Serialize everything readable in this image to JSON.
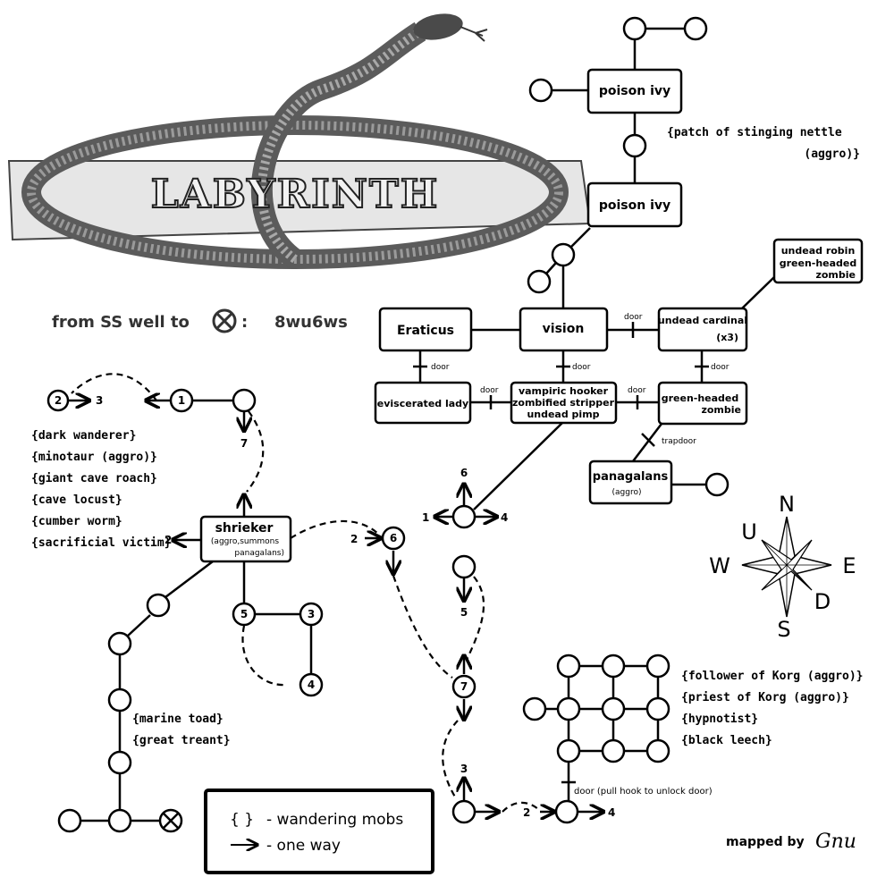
{
  "title": "LABYRINTH",
  "route": {
    "prefix": "from SS well to",
    "suffix": ":",
    "path": "8wu6ws"
  },
  "rooms": {
    "poison_ivy_1": "poison ivy",
    "poison_ivy_2": "poison ivy",
    "eraticus": "Eraticus",
    "vision": "vision",
    "undead_cardinal": "undead cardinal",
    "undead_cardinal_count": "(x3)",
    "undead_robin": [
      "undead robin",
      "green-headed",
      "zombie"
    ],
    "eviscerated_lady": "eviscerated lady",
    "vampiric": [
      "vampiric hooker",
      "zombified stripper",
      "undead pimp"
    ],
    "green_headed_zombie": [
      "green-headed",
      "zombie"
    ],
    "panagalans": "panagalans",
    "panagalans_note": "(aggro)",
    "shrieker": "shrieker",
    "shrieker_note": [
      "(aggro,summons",
      "panagalans)"
    ]
  },
  "door_labels": {
    "door": "door",
    "trapdoor": "trapdoor",
    "hook_door": "door (pull hook to unlock door)"
  },
  "mob_lists": {
    "nettle": [
      "{patch of stinging nettle",
      "(aggro)}"
    ],
    "west": [
      "{dark wanderer}",
      "{minotaur (aggro)}",
      "{giant cave roach}",
      "{cave locust}",
      "{cumber worm}",
      "{sacrificial victim}"
    ],
    "toad": [
      "{marine toad}",
      "{great treant}"
    ],
    "korg": [
      "{follower of Korg (aggro)}",
      "{priest of Korg (aggro)}",
      "{hypnotist}",
      "{black leech}"
    ]
  },
  "node_numbers": {
    "n1": "1",
    "n2": "2",
    "n5": "5",
    "n3": "3",
    "n4": "4",
    "n6": "6",
    "n7": "7"
  },
  "exit_labels": {
    "to3": "3",
    "to7a": "7",
    "to2a": "2",
    "to2b": "2",
    "cross6": "6",
    "cross1": "1",
    "cross4": "4",
    "to5": "5",
    "to3b": "3",
    "to2c": "2",
    "to4b": "4"
  },
  "legend": {
    "braces_symbol": "{ }",
    "braces_text": "-  wandering mobs",
    "arrow_text": "-  one way"
  },
  "compass": {
    "n": "N",
    "u": "U",
    "w": "W",
    "e": "E",
    "d": "D",
    "s": "S"
  },
  "credit": {
    "prefix": "mapped by",
    "author": "Gnu"
  },
  "colors": {
    "ink": "#000000",
    "paper": "#ffffff",
    "snake": "#555555"
  }
}
